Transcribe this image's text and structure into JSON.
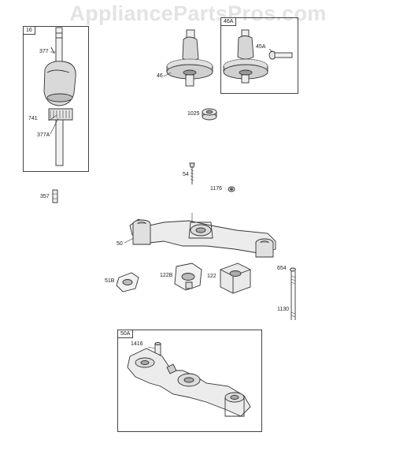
{
  "watermark": "AppliancePartsPros.com",
  "boxes": {
    "crankshaft": "16",
    "camshaft": "46A",
    "manifold": "50A"
  },
  "labels": {
    "l377": "377",
    "l741": "741",
    "l377A": "377A",
    "l46": "46",
    "l45A": "45A",
    "l1025": "1025",
    "l54": "54",
    "l1176": "1176",
    "l357": "357",
    "l50": "50",
    "l654": "654",
    "l51B": "51B",
    "l122B": "122B",
    "l122": "122",
    "l1130": "1130",
    "l1416": "1416"
  }
}
